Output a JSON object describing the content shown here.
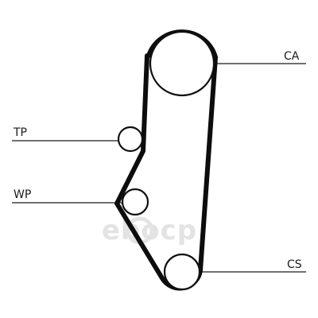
{
  "labels": {
    "camshaft": "CA",
    "tensioner_pulley": "TP",
    "water_pump": "WP",
    "crankshaft": "CS"
  },
  "watermark": {
    "text": "ebocp"
  },
  "colors": {
    "belt": "#0d0d0d",
    "leader_lines": "#1a1a1a",
    "watermark": "#e3e3e3",
    "background": "#ffffff"
  }
}
